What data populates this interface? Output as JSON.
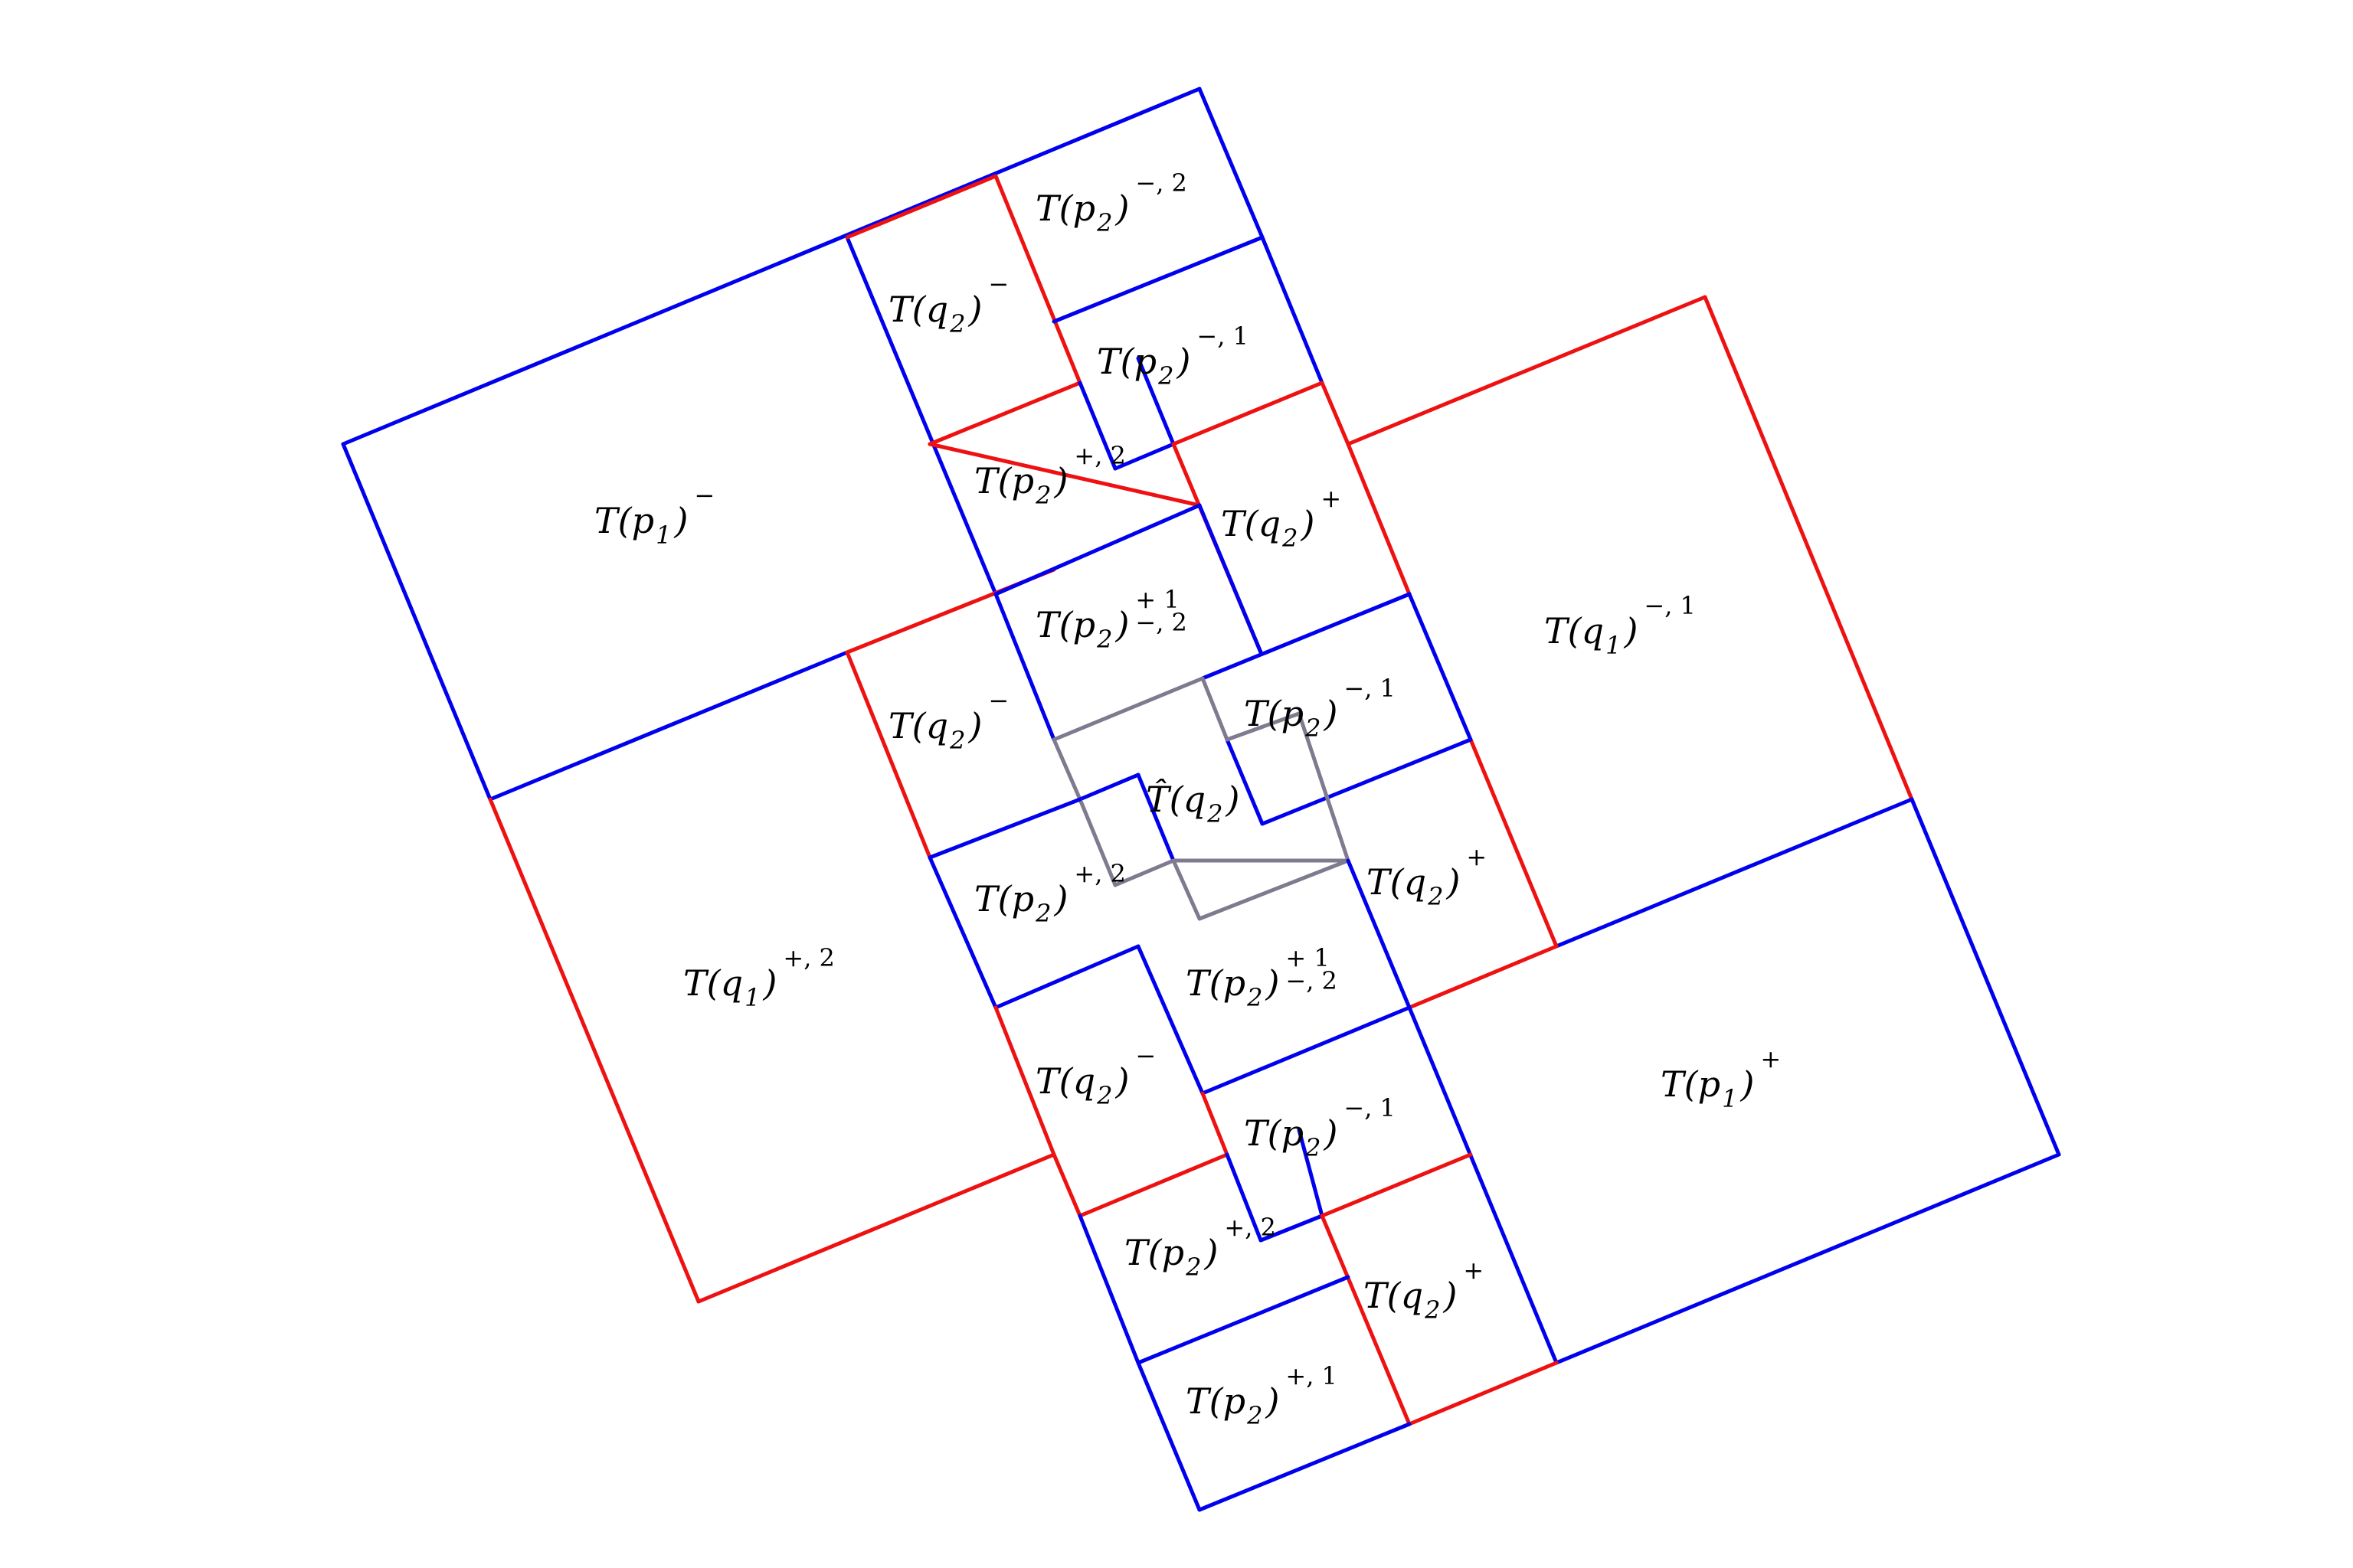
{
  "colors": {
    "blue": "#0000ee",
    "red": "#ee1111",
    "gray": "#7f7a8e"
  },
  "labels": [
    {
      "id": "p1-minus",
      "base": "T(p",
      "sub": "1",
      "close": ")",
      "sup": "−"
    },
    {
      "id": "q1-plus2",
      "base": "T(q",
      "sub": "1",
      "close": ")",
      "sup": "+, 2"
    },
    {
      "id": "q1-minus1",
      "base": "T(q",
      "sub": "1",
      "close": ")",
      "sup": "−, 1"
    },
    {
      "id": "p1-plus",
      "base": "T(p",
      "sub": "1",
      "close": ")",
      "sup": "+"
    },
    {
      "id": "p2-minus2",
      "base": "T(p",
      "sub": "2",
      "close": ")",
      "sup": "−, 2"
    },
    {
      "id": "q2-minus-a",
      "base": "T(q",
      "sub": "2",
      "close": ")",
      "sup": "−"
    },
    {
      "id": "p2-minus1-a",
      "base": "T(p",
      "sub": "2",
      "close": ")",
      "sup": "−, 1"
    },
    {
      "id": "p2-plus2-a",
      "base": "T(p",
      "sub": "2",
      "close": ")",
      "sup": "+, 2"
    },
    {
      "id": "q2-plus-a",
      "base": "T(q",
      "sub": "2",
      "close": ")",
      "sup": "+"
    },
    {
      "id": "p2-pm-a",
      "base": "T(p",
      "sub": "2",
      "close": ")",
      "sup": "+ 1",
      "sup2": "−, 2"
    },
    {
      "id": "q2-minus-b",
      "base": "T(q",
      "sub": "2",
      "close": ")",
      "sup": "−"
    },
    {
      "id": "p2-minus1-b",
      "base": "T(p",
      "sub": "2",
      "close": ")",
      "sup": "−, 1"
    },
    {
      "id": "that-q2",
      "base": "T̂(q",
      "sub": "2",
      "close": ")",
      "sup": ""
    },
    {
      "id": "p2-plus2-b",
      "base": "T(p",
      "sub": "2",
      "close": ")",
      "sup": "+, 2"
    },
    {
      "id": "q2-plus-b",
      "base": "T(q",
      "sub": "2",
      "close": ")",
      "sup": "+"
    },
    {
      "id": "p2-pm-b",
      "base": "T(p",
      "sub": "2",
      "close": ")",
      "sup": "+ 1",
      "sup2": "−, 2"
    },
    {
      "id": "q2-minus-c",
      "base": "T(q",
      "sub": "2",
      "close": ")",
      "sup": "−"
    },
    {
      "id": "p2-minus1-c",
      "base": "T(p",
      "sub": "2",
      "close": ")",
      "sup": "−, 1"
    },
    {
      "id": "p2-plus2-c",
      "base": "T(p",
      "sub": "2",
      "close": ")",
      "sup": "+, 2"
    },
    {
      "id": "q2-plus-c",
      "base": "T(q",
      "sub": "2",
      "close": ")",
      "sup": "+"
    },
    {
      "id": "p2-plus1",
      "base": "T(p",
      "sub": "2",
      "close": ")",
      "sup": "+, 1"
    }
  ]
}
